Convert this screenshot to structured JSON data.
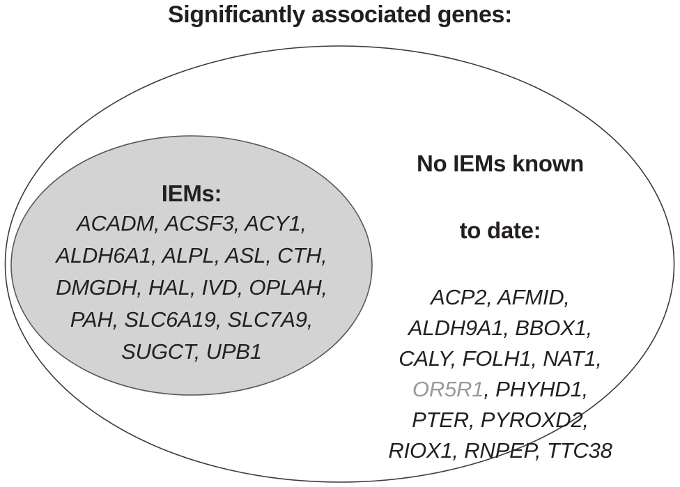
{
  "title": "Significantly associated genes:",
  "colors": {
    "text": "#231f20",
    "inner_fill": "#d3d3d3",
    "outer_stroke": "#3c3c3c",
    "inner_stroke": "#58585a",
    "muted_gene": "#9a9a9a",
    "background": "#ffffff"
  },
  "outer_set": {
    "name": "Significantly associated genes",
    "shape": "ellipse"
  },
  "inner_set": {
    "heading": "IEMs:",
    "shape": "ellipse",
    "genes": [
      "ACADM",
      "ACSF3",
      "ACY1",
      "ALDH6A1",
      "ALPL",
      "ASL",
      "CTH",
      "DMGDH",
      "HAL",
      "IVD",
      "OPLAH",
      "PAH",
      "SLC6A19",
      "SLC7A9",
      "SUGCT",
      "UPB1"
    ],
    "lines": [
      "ACADM, ACSF3, ACY1,",
      "ALDH6A1, ALPL, ASL, CTH,",
      "DMGDH, HAL, IVD, OPLAH,",
      "PAH, SLC6A19, SLC7A9,",
      "SUGCT, UPB1"
    ]
  },
  "right_group": {
    "heading_line1": "No IEMs known",
    "heading_line2": "to date:",
    "heading": "No IEMs known to date:",
    "genes": [
      "ACP2",
      "AFMID",
      "ALDH9A1",
      "BBOX1",
      "CALY",
      "FOLH1",
      "NAT1",
      "OR5R1",
      "PHYHD1",
      "PTER",
      "PYROXD2",
      "RIOX1",
      "RNPEP",
      "TTC38"
    ],
    "muted_genes": [
      "OR5R1"
    ],
    "lines": [
      "ACP2, AFMID,",
      "ALDH9A1, BBOX1,",
      "CALY, FOLH1, NAT1,",
      "OR5R1, PHYHD1,",
      "PTER, PYROXD2,",
      "RIOX1, RNPEP, TTC38"
    ],
    "line_4_muted": "OR5R1",
    "line_4_rest": ", PHYHD1,"
  }
}
